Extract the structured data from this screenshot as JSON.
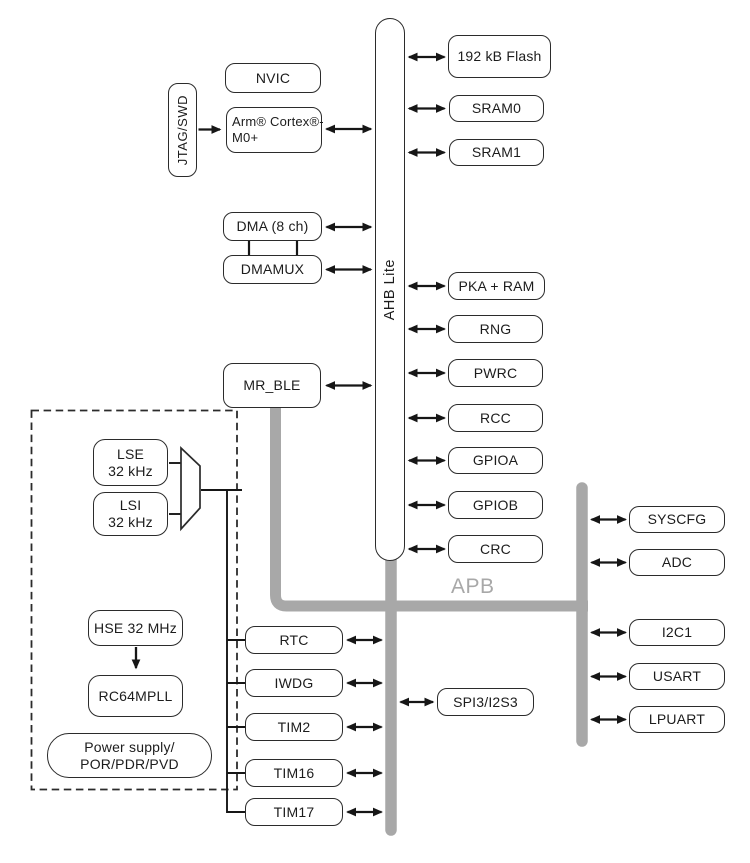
{
  "diagram": {
    "buses": {
      "ahb": "AHB Lite",
      "apb": "APB"
    },
    "colors": {
      "bus_gray": "#a8a8a8",
      "line_black": "#161616",
      "box_border": "#2b2b2b",
      "box_fill": "#ffffff"
    },
    "blocks": {
      "jtag": "JTAG/SWD",
      "nvic": "NVIC",
      "cortex1": "Arm® Cortex®-",
      "cortex2": "M0+",
      "dma": "DMA (8 ch)",
      "dmamux": "DMAMUX",
      "mr_ble": "MR_BLE",
      "flash": "192 kB Flash",
      "sram0": "SRAM0",
      "sram1": "SRAM1",
      "pka": "PKA + RAM",
      "rng": "RNG",
      "pwrc": "PWRC",
      "rcc": "RCC",
      "gpioa": "GPIOA",
      "gpiob": "GPIOB",
      "crc": "CRC",
      "lse1": "LSE",
      "lse2": "32 kHz",
      "lsi1": "LSI",
      "lsi2": "32 kHz",
      "hse": "HSE 32 MHz",
      "rc64mpll": "RC64MPLL",
      "power1": "Power supply/",
      "power2": "POR/PDR/PVD",
      "rtc": "RTC",
      "iwdg": "IWDG",
      "tim2": "TIM2",
      "tim16": "TIM16",
      "tim17": "TIM17",
      "spi3": "SPI3/I2S3",
      "syscfg": "SYSCFG",
      "adc": "ADC",
      "i2c1": "I2C1",
      "usart": "USART",
      "lpuart": "LPUART"
    }
  }
}
